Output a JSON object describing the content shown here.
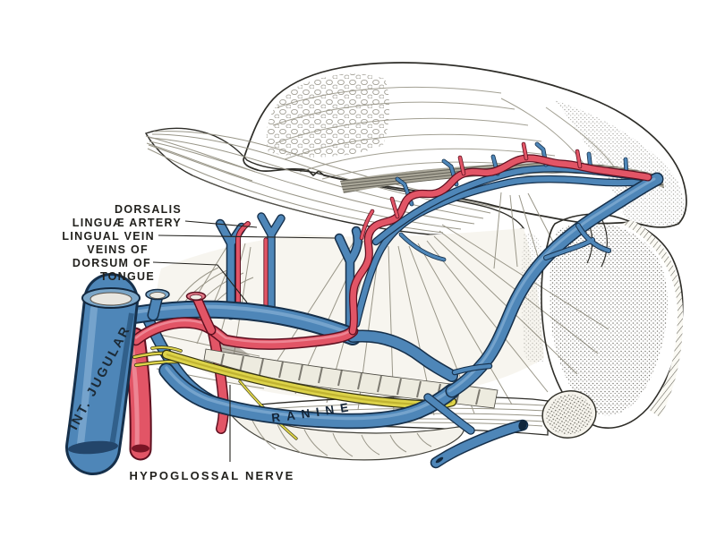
{
  "figure": {
    "labels": {
      "dorsalis_line1": "DORSALIS",
      "dorsalis_line2": "LINGUÆ ARTERY",
      "lingual_vein": "LINGUAL VEIN",
      "veins_line1": "VEINS OF",
      "veins_line2": "DORSUM OF",
      "veins_line3": "TONGUE",
      "int_jugular": "INT. JUGULAR",
      "ranine": "RANINE",
      "hypoglossal_nerve": "HYPOGLOSSAL NERVE"
    },
    "colors": {
      "vein": "#4e86b8",
      "artery": "#e25566",
      "nerve": "#ddd34a",
      "ink": "#2b2a26",
      "background": "#ffffff"
    }
  }
}
